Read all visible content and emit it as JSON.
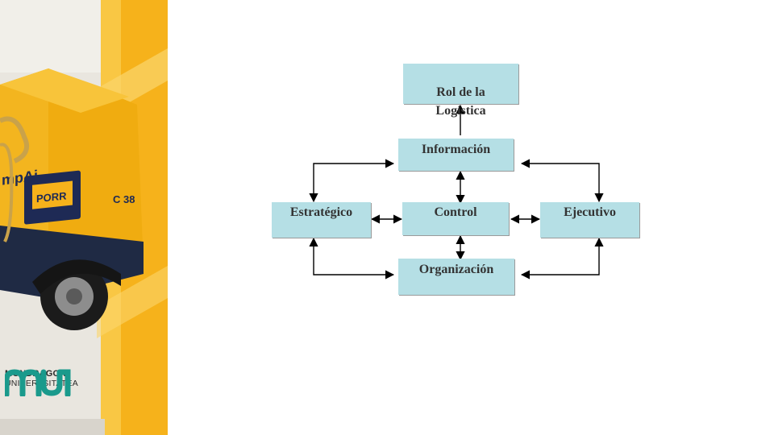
{
  "diagram": {
    "nodes": {
      "rol": "Rol de la\nLogística",
      "informacion": "Información",
      "estrategico": "Estratégico",
      "control": "Control",
      "ejecutivo": "Ejecutivo",
      "organizacion": "Organización"
    },
    "edges": [
      {
        "from": "informacion",
        "to": "rol",
        "direction": "forward"
      },
      {
        "from": "informacion",
        "to": "control",
        "direction": "both"
      },
      {
        "from": "control",
        "to": "organizacion",
        "direction": "both"
      },
      {
        "from": "estrategico",
        "to": "control",
        "direction": "both"
      },
      {
        "from": "control",
        "to": "ejecutivo",
        "direction": "both"
      },
      {
        "from": "estrategico",
        "to": "informacion",
        "direction": "both"
      },
      {
        "from": "informacion",
        "to": "ejecutivo",
        "direction": "both"
      },
      {
        "from": "estrategico",
        "to": "organizacion",
        "direction": "both"
      },
      {
        "from": "organizacion",
        "to": "ejecutivo",
        "direction": "both"
      }
    ]
  },
  "photo": {
    "machine_brand": "PORR",
    "machine_text": "mpAi",
    "machine_model": "C 38"
  },
  "logo": {
    "line1": "MONDRAGON",
    "line2": "UNIBERTSITATEA",
    "color": "#1a9a8c"
  },
  "colors": {
    "accent_yellow": "#f6b21b",
    "node_fill": "#b5dfe5"
  }
}
